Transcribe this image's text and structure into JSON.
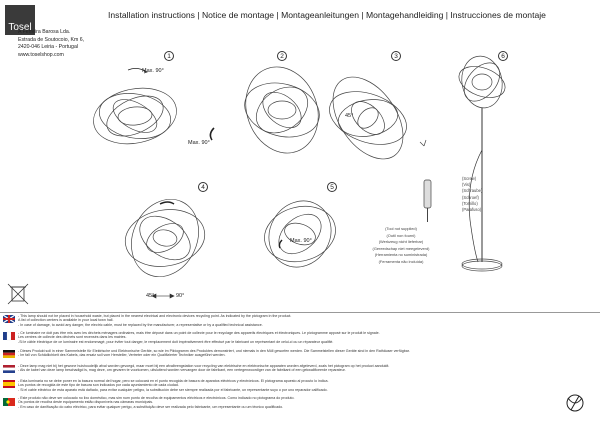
{
  "header": {
    "logo_text": "Tosel",
    "title": "Installation instructions | Notice de montage | Montageanleitungen | Montagehandleiding | Instrucciones de montaje"
  },
  "company": {
    "lines": [
      "A Ferreira Barosa Lda.",
      "Estrada de Soutocoio, Km 6,",
      "2420-046 Leiria - Portugal",
      "www.toselshop.com"
    ]
  },
  "steps": {
    "labels": [
      "1",
      "2",
      "3",
      "4",
      "5",
      "6"
    ],
    "annotations": {
      "s1_max": "Max. 90°",
      "s2_max": "Max. 90°",
      "s3_angle": "45°",
      "s4_range": "45°",
      "s4_arrow": "90°",
      "s5_max": "Max. 90°"
    }
  },
  "tools": {
    "lines": [
      "(Screw)",
      "(Vis)",
      "(Schraube)",
      "(Schroef)",
      "(Tornillo)",
      "(Parafuso)"
    ]
  },
  "not_supplied": {
    "lines": [
      "(Tool not supplied)",
      "(Outil non fourni)",
      "(Werkzeug nicht lieferbar)",
      "(Gereedschap niet meegeleverd)",
      "(Herramienta no suministrada)",
      "(Ferramenta não incluída)"
    ]
  },
  "warnings": [
    {
      "lang": "en",
      "lines": [
        "- This lamp should not be placed in household waste, but placed in the nearest electrical and electronic devices recycling point. As indicated by the pictogram in the product.",
        "A list of collection centers is available in your local town hall.",
        "- In case of damage, to avoid any danger, the electric cable, must be replaced by the manufacturer, a representative or by a qualified technical assistance."
      ]
    },
    {
      "lang": "fr",
      "lines": [
        "- Ce luminaire ne doit pas être mis avec les déchets ménagers ordinaires, mais être déposé dans un point de collecte pour le recyclage des appareils électriques et électroniques. Le pictogramme apposé sur le produit le signale.",
        "Les centres de collecte des déchets sont recensés dans les mairies.",
        "-Si le câble électrique de ce luminaire est endommagé, pour éviter tout danger, le remplacement doit impérativement être effectué par le fabricant un représentant de celui-ci ou un réparateur qualifié."
      ]
    },
    {
      "lang": "de",
      "lines": [
        "- Dieses Produkt soll in einer Sammelstelle für Elektrische und Elektronische Geräte, so wie im Piktogramm des Produktes demonstriert, und niemals in den Müll geworfen werden. Die Sammelstellen dieser Geräte sind in den Rathäuser verfügbar.",
        "- Im fall von Schädlichkeit des Kabels, das ersatz soll vom Hersteller, Vertreter oder ein Qualifizierter Techniker ausgeführt werden."
      ]
    },
    {
      "lang": "nl",
      "lines": [
        "- Deze lamp mag niet bij het gewone huishoudelijk afval worden gevoegd, maar moet bij een afvalbrengstation voor recycling van elektrische en elektronische apparaten worden afgeleverd, zoals het pictogram op het product aanduidt.",
        "- Als de kabel van deze lamp beschadigd is, mag deze, om gevaren te voorkomen, uitsluitend worden vervangen door de fabrikant, een vertegenwoordiger van de fabrikant of een gekwalificeerde reparateur."
      ]
    },
    {
      "lang": "es",
      "lines": [
        "- Esta luminaria no se debe poner en la basura normal del hogar, pero se colocará en el punto recogida de basura de aparatos eléctricos y electrónicos. El pictograma apuesto al procuto lo indica.",
        "Los puntos de recogida de este tipo de basura son indicados por cada ayuntamiento de cada ciudad.",
        "- Si el cable eléctrico de esta aparato está dañado, para evitar cualquier peligro, la substitución debe ser siempre realizada por el fabricante, un representante suyo o por uno reparador calificado."
      ]
    },
    {
      "lang": "pt",
      "lines": [
        "- Este produto não deve ser colocado no lixo doméstico, mas sim num ponto de recolha de equipamentos eléctricos e electrónicos. Como indicado no pictograma do produto.",
        "Os pontos de recolha deste equipamento estão disponíveis nas câmaras municipais.",
        "- Em caso de danificação do cabo eléctrico, para evitar qualquer perigo, a substituição deve ser realizada pelo fabricante, um representante ou um técnico qualificado."
      ]
    }
  ],
  "colors": {
    "line": "#333333",
    "ring": "#444444",
    "accent_blue": "#1f3d8a",
    "accent_red": "#cc2222"
  }
}
